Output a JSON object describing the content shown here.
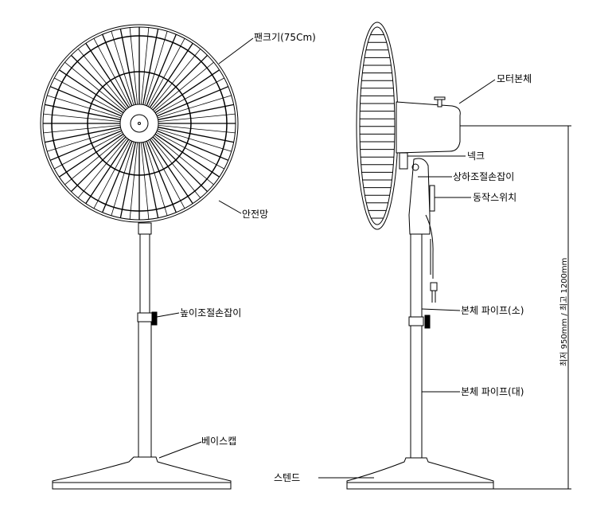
{
  "labels": {
    "fan_size": "팬크기(75Cm)",
    "safety_guard": "안전망",
    "height_knob": "높이조절손잡이",
    "base_cap": "베이스캡",
    "motor_body": "모터본체",
    "neck": "넥크",
    "tilt_knob": "상하조절손잡이",
    "switch": "동작스위치",
    "pipe_small": "본체 파이프(소)",
    "pipe_large": "본체 파이프(대)",
    "stand": "스텐드",
    "height_dimension": "최저 950mm / 최고 1200mm"
  }
}
